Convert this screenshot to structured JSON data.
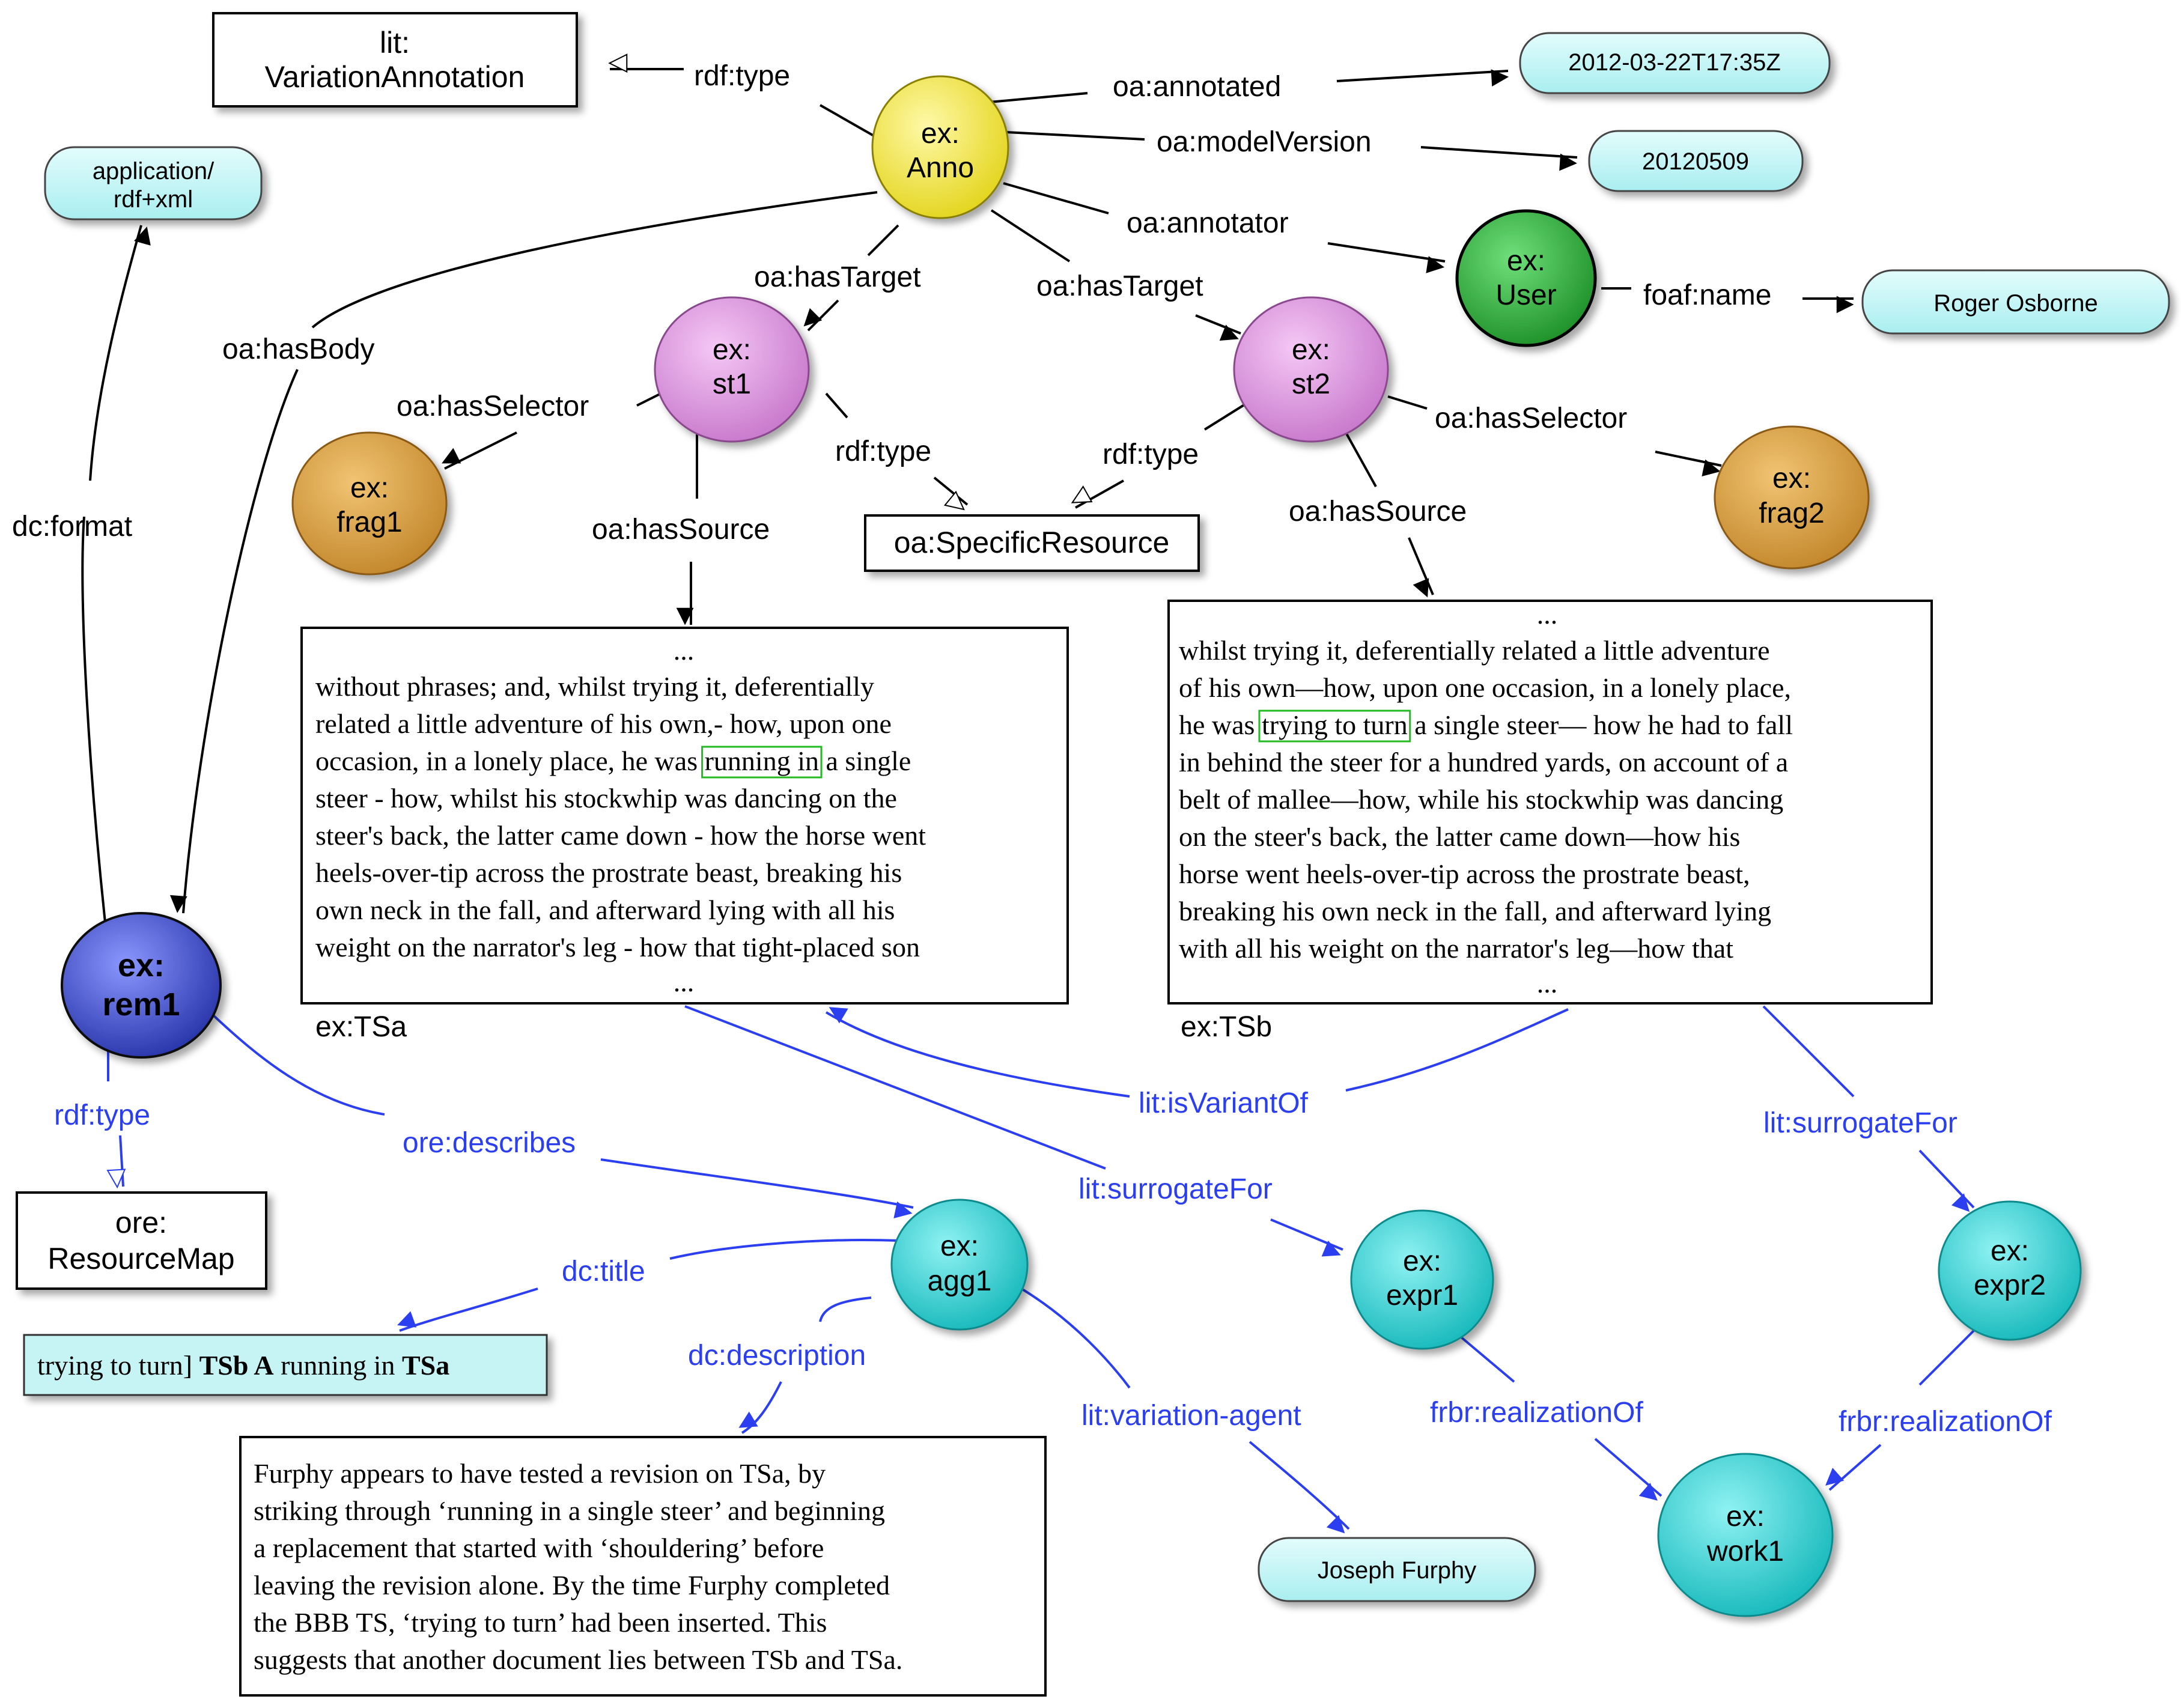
{
  "nodes": {
    "anno": [
      "ex:",
      "Anno"
    ],
    "st1": [
      "ex:",
      "st1"
    ],
    "st2": [
      "ex:",
      "st2"
    ],
    "user": [
      "ex:",
      "User"
    ],
    "frag1": [
      "ex:",
      "frag1"
    ],
    "frag2": [
      "ex:",
      "frag2"
    ],
    "rem1": [
      "ex:",
      "rem1"
    ],
    "agg1": [
      "ex:",
      "agg1"
    ],
    "expr1": [
      "ex:",
      "expr1"
    ],
    "expr2": [
      "ex:",
      "expr2"
    ],
    "work1": [
      "ex:",
      "work1"
    ]
  },
  "literals": {
    "annotated_date": "2012-03-22T17:35Z",
    "model_version": "20120509",
    "mime": [
      "application/",
      "rdf+xml"
    ],
    "user_name": "Roger Osborne",
    "agent": "Joseph Furphy"
  },
  "class_boxes": {
    "variation": [
      "lit:",
      "VariationAnnotation"
    ],
    "specific": "oa:SpecificResource",
    "resource_map": [
      "ore:",
      "ResourceMap"
    ]
  },
  "edge_labels": {
    "rdf_type_anno": "rdf:type",
    "oa_annotated": "oa:annotated",
    "oa_model_version": "oa:modelVersion",
    "oa_annotator": "oa:annotator",
    "foaf_name": "foaf:name",
    "oa_has_body": "oa:hasBody",
    "oa_has_target_1": "oa:hasTarget",
    "oa_has_target_2": "oa:hasTarget",
    "dc_format": "dc:format",
    "oa_has_selector_1": "oa:hasSelector",
    "oa_has_selector_2": "oa:hasSelector",
    "rdf_type_st1": "rdf:type",
    "rdf_type_st2": "rdf:type",
    "oa_has_source_1": "oa:hasSource",
    "oa_has_source_2": "oa:hasSource",
    "rdf_type_rem": "rdf:type",
    "ore_describes": "ore:describes",
    "lit_is_variant_of": "lit:isVariantOf",
    "lit_surrogate_for_a": "lit:surrogateFor",
    "lit_surrogate_for_b": "lit:surrogateFor",
    "dc_title": "dc:title",
    "dc_description": "dc:description",
    "lit_variation_agent": "lit:variation-agent",
    "frbr_realization_1": "frbr:realizationOf",
    "frbr_realization_2": "frbr:realizationOf"
  },
  "text_a": {
    "name": "ex:TSa",
    "ellipsis_top": "...",
    "ellipsis_bottom": "...",
    "lines": [
      "without phrases; and, whilst trying it, deferentially",
      "related a little adventure of his own,- how, upon one",
      "occasion, in a lonely place, he was ",
      "steer - how, whilst his stockwhip was dancing on the",
      "steer's back, the latter came down - how the horse went",
      "heels-over-tip across the prostrate beast, breaking his",
      "own neck in the fall, and afterward lying with all his",
      "weight on the narrator's leg - how that tight-placed son"
    ],
    "highlight": "running in",
    "after_highlight": " a single"
  },
  "text_b": {
    "name": "ex:TSb",
    "ellipsis_top": "...",
    "ellipsis_bottom": "...",
    "lines": [
      "whilst trying it, deferentially related a little adventure",
      "of his own—how, upon one occasion, in a lonely place,",
      "he was ",
      "in behind the steer for a hundred yards, on account of a",
      "belt of mallee—how, while his stockwhip was dancing",
      "on the steer's back, the latter came down—how his",
      "horse went heels-over-tip across the prostrate beast,",
      "breaking his own neck in the fall, and afterward lying",
      "with all his weight on the narrator's leg—how that"
    ],
    "highlight": "trying to turn",
    "after_highlight": " a single steer— how he had to fall"
  },
  "title_literal": {
    "part1": "trying to turn] ",
    "bold1": "TSb A",
    "part2": " running in ",
    "bold2": "TSa"
  },
  "description": [
    "Furphy appears to have tested a revision on TSa, by",
    "striking through ‘running in a single steer’ and beginning",
    "a replacement that started with ‘shouldering’ before",
    "leaving the revision alone.  By the time Furphy completed",
    "the BBB TS, ‘trying to turn’ had been inserted.  This",
    "suggests that another document lies between TSb and TSa."
  ],
  "colors": {
    "anno": "#f2ea2a",
    "st": "#d58ad9",
    "user": "#2fae3a",
    "frag": "#d59a3a",
    "rem": "#3a49c8",
    "teal": "#2fd3d6",
    "literal": "#bff6f7",
    "edge_blue": "#2b3ff0",
    "highlight": "#22bb22"
  }
}
